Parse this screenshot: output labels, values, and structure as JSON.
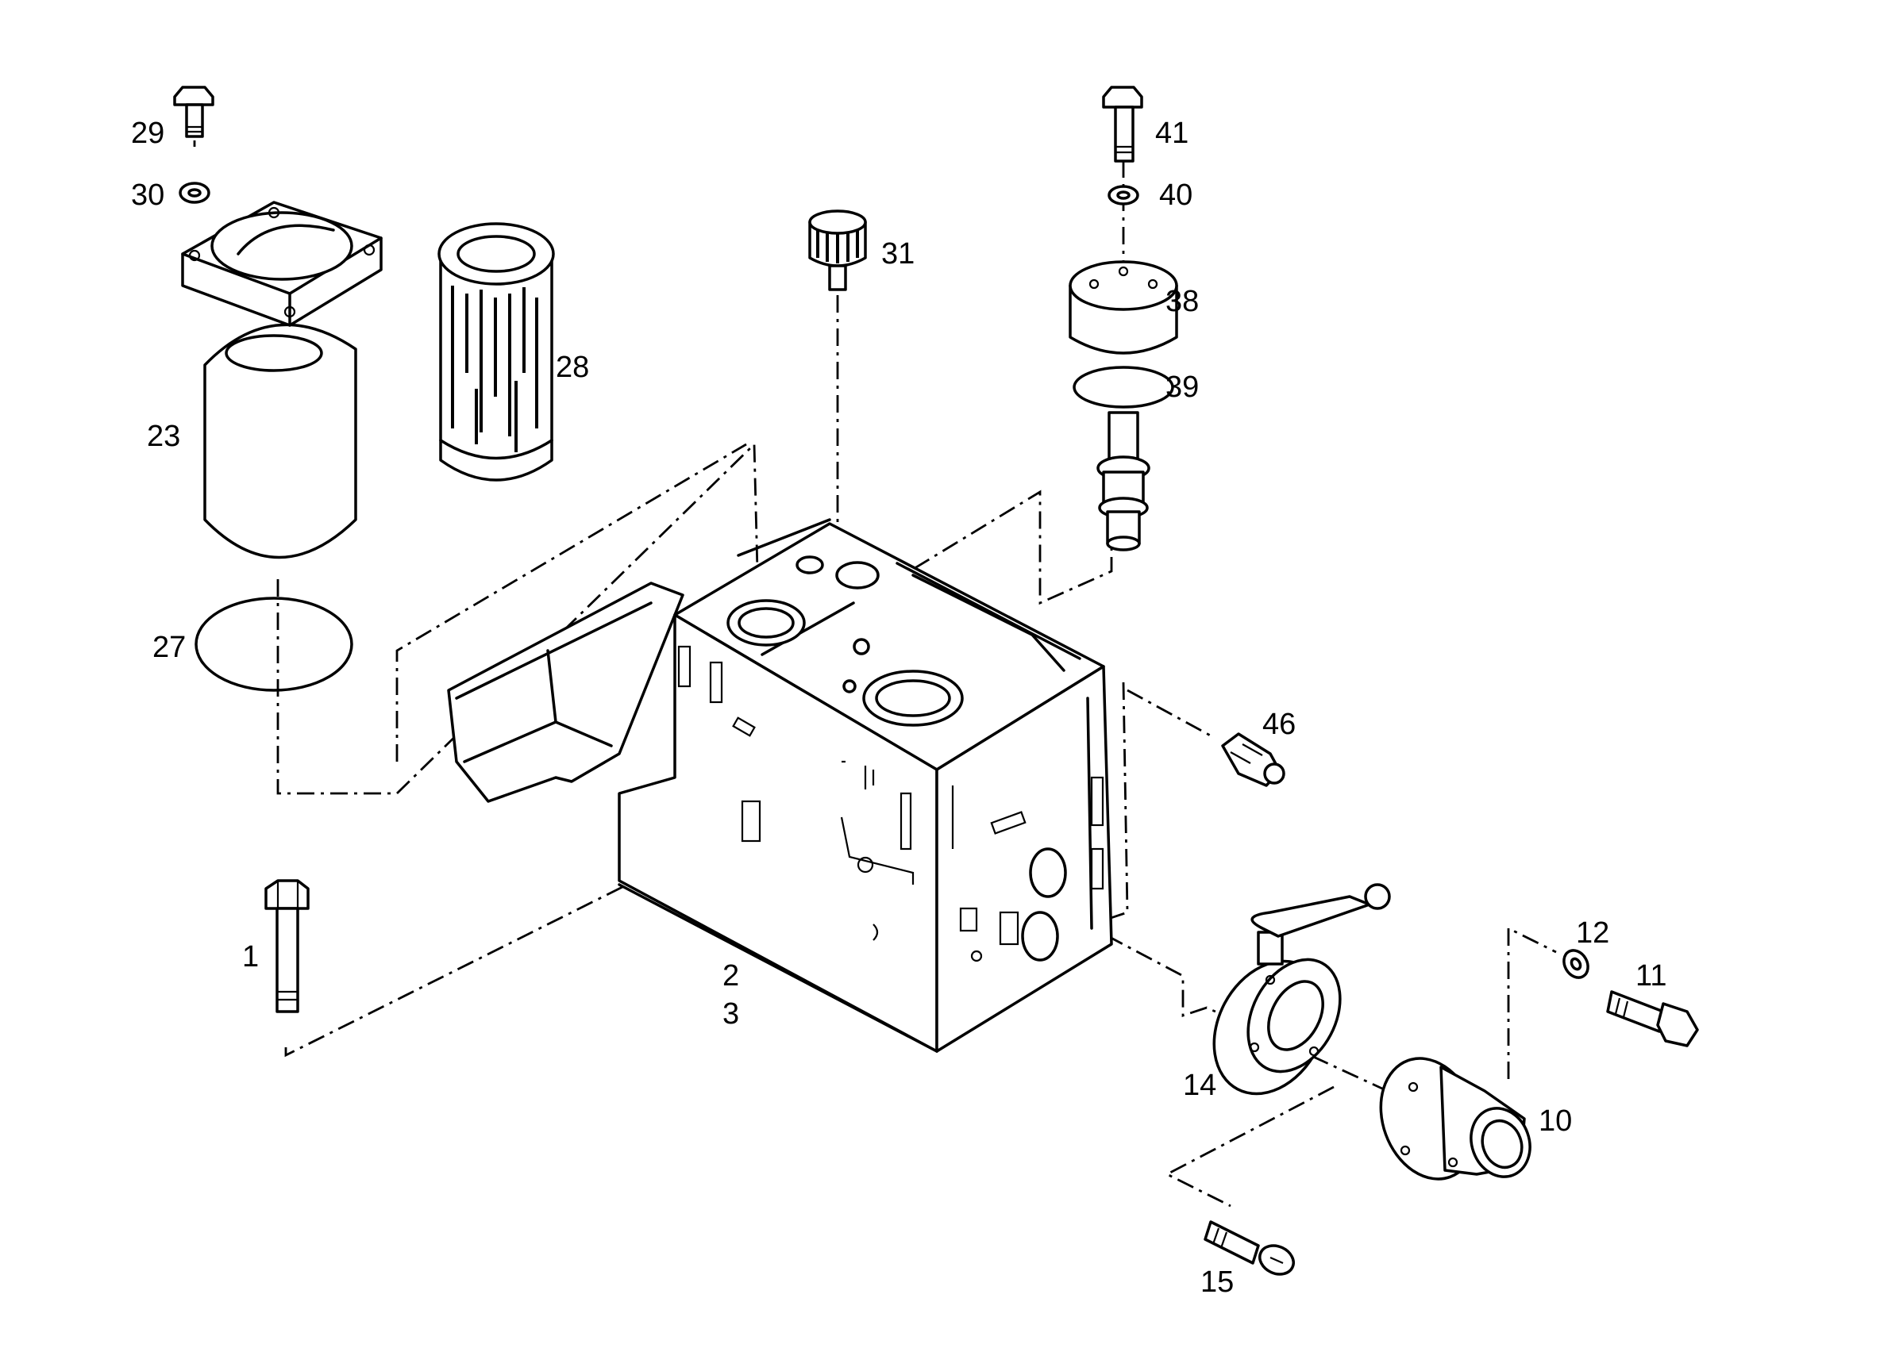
{
  "labels": {
    "p1": "1",
    "p2": "2",
    "p3": "3",
    "p10": "10",
    "p11": "11",
    "p12": "12",
    "p14": "14",
    "p15": "15",
    "p23": "23",
    "p27": "27",
    "p28": "28",
    "p29": "29",
    "p30": "30",
    "p31": "31",
    "p38": "38",
    "p39": "39",
    "p40": "40",
    "p41": "41",
    "p46": "46"
  }
}
